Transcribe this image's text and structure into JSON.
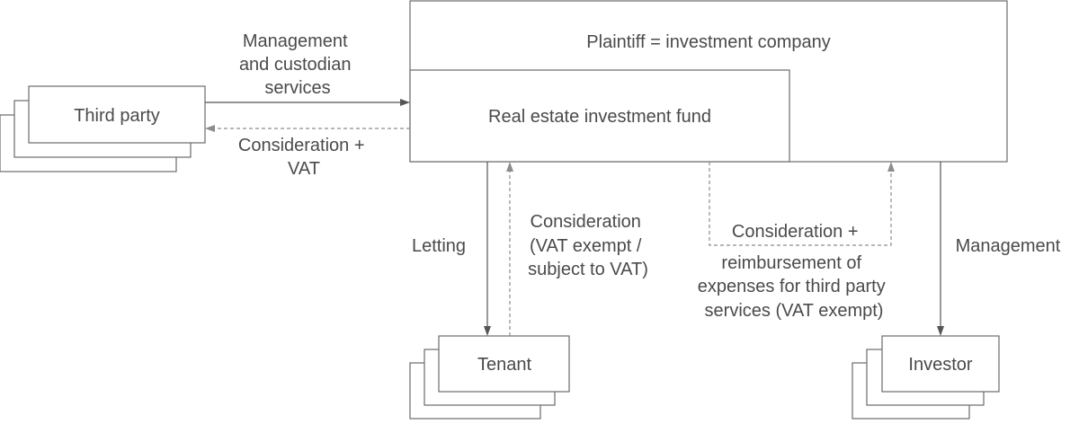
{
  "nodes": {
    "plaintiff": "Plaintiff = investment company",
    "fund": "Real estate investment fund",
    "third_party": "Third party",
    "tenant": "Tenant",
    "investor": "Investor"
  },
  "edges": {
    "management_services": [
      "Management",
      "and custodian",
      "services"
    ],
    "consideration_vat": [
      "Consideration +",
      "VAT"
    ],
    "letting": "Letting",
    "tenant_consideration": [
      "Consideration",
      "(VAT exempt /",
      "subject to VAT)"
    ],
    "investor_consideration": [
      "Consideration +",
      "reimbursement of",
      "expenses for third party",
      "services (VAT exempt)"
    ],
    "management": "Management"
  }
}
